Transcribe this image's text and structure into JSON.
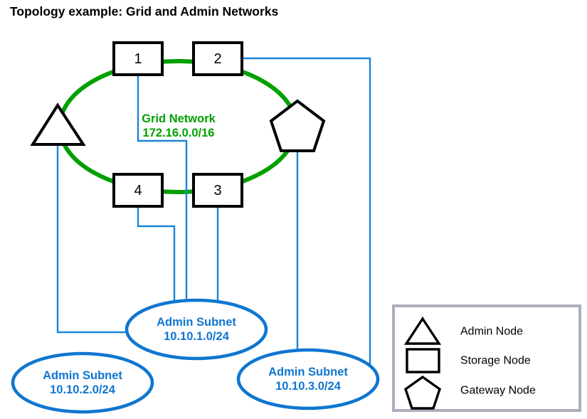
{
  "title": "Topology example: Grid and Admin Networks",
  "grid_network": {
    "name": "Grid Network",
    "cidr": "172.16.0.0/16",
    "color": "#00A000"
  },
  "nodes": [
    {
      "id": "node-1",
      "label": "1",
      "type": "storage-node"
    },
    {
      "id": "node-2",
      "label": "2",
      "type": "storage-node"
    },
    {
      "id": "node-3",
      "label": "3",
      "type": "storage-node"
    },
    {
      "id": "node-4",
      "label": "4",
      "type": "storage-node"
    },
    {
      "id": "admin-node",
      "label": "",
      "type": "admin-node"
    },
    {
      "id": "gateway-node",
      "label": "",
      "type": "gateway-node"
    }
  ],
  "subnets": [
    {
      "id": "admin-subnet-1",
      "name": "Admin Subnet",
      "cidr": "10.10.1.0/24"
    },
    {
      "id": "admin-subnet-2",
      "name": "Admin Subnet",
      "cidr": "10.10.2.0/24"
    },
    {
      "id": "admin-subnet-3",
      "name": "Admin Subnet",
      "cidr": "10.10.3.0/24"
    }
  ],
  "legend": {
    "items": [
      {
        "shape": "triangle",
        "label": "Admin Node"
      },
      {
        "shape": "rectangle",
        "label": "Storage Node"
      },
      {
        "shape": "pentagon",
        "label": "Gateway Node"
      }
    ],
    "border_color": "#ACAEC0"
  },
  "colors": {
    "grid_green": "#00A000",
    "admin_blue": "#0F76D0",
    "link_blue": "#1C84D6",
    "node_outline": "#000000",
    "legend_border": "#ACAEC0"
  }
}
